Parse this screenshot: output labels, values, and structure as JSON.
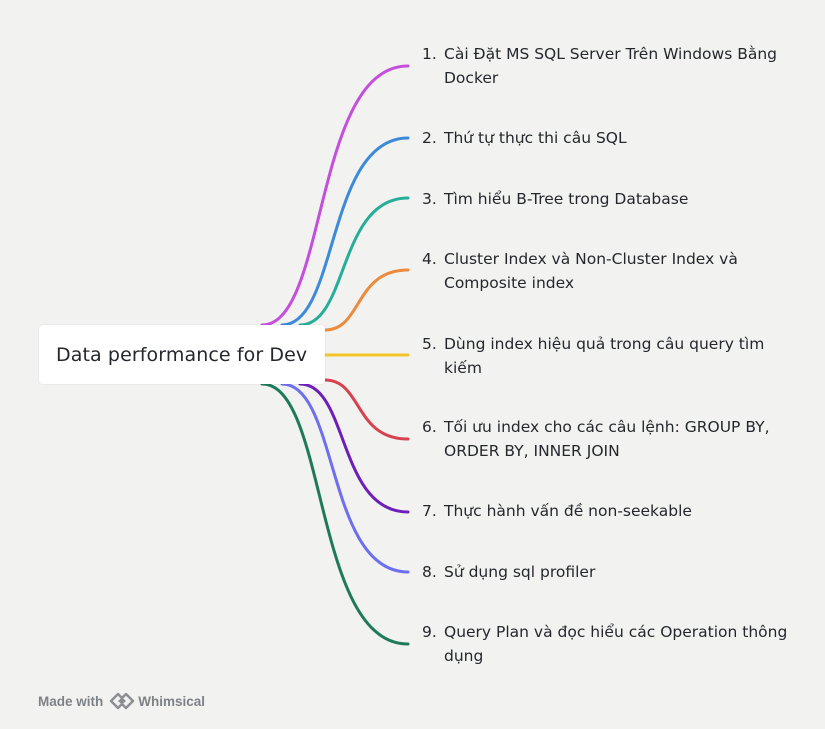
{
  "root": {
    "label": "Data performance for Dev"
  },
  "branches": [
    {
      "num": "1.",
      "label": "Cài Đặt MS SQL Server Trên Windows Bằng Docker",
      "color": "#c44fdc"
    },
    {
      "num": "2.",
      "label": "Thứ tự thực thi câu SQL",
      "color": "#3c8ad9"
    },
    {
      "num": "3.",
      "label": "Tìm hiểu B-Tree trong Database",
      "color": "#27ae98"
    },
    {
      "num": "4.",
      "label": "Cluster Index và Non-Cluster Index và Composite index",
      "color": "#ec8a3d"
    },
    {
      "num": "5.",
      "label": "Dùng index hiệu quả trong câu query tìm kiếm",
      "color": "#f4c526"
    },
    {
      "num": "6.",
      "label": "Tối ưu index cho các câu lệnh: GROUP BY, ORDER BY, INNER JOIN",
      "color": "#d64350"
    },
    {
      "num": "7.",
      "label": "Thực hành vấn đề non-seekable",
      "color": "#6d1fb8"
    },
    {
      "num": "8.",
      "label": "Sử dụng sql profiler",
      "color": "#6e6ef0"
    },
    {
      "num": "9.",
      "label": "Query Plan và đọc hiểu các Operation thông dụng",
      "color": "#1f7a5c"
    }
  ],
  "footer": {
    "made_with": "Made with",
    "brand": "Whimsical",
    "logo_icon": "whimsical-logo-icon"
  }
}
